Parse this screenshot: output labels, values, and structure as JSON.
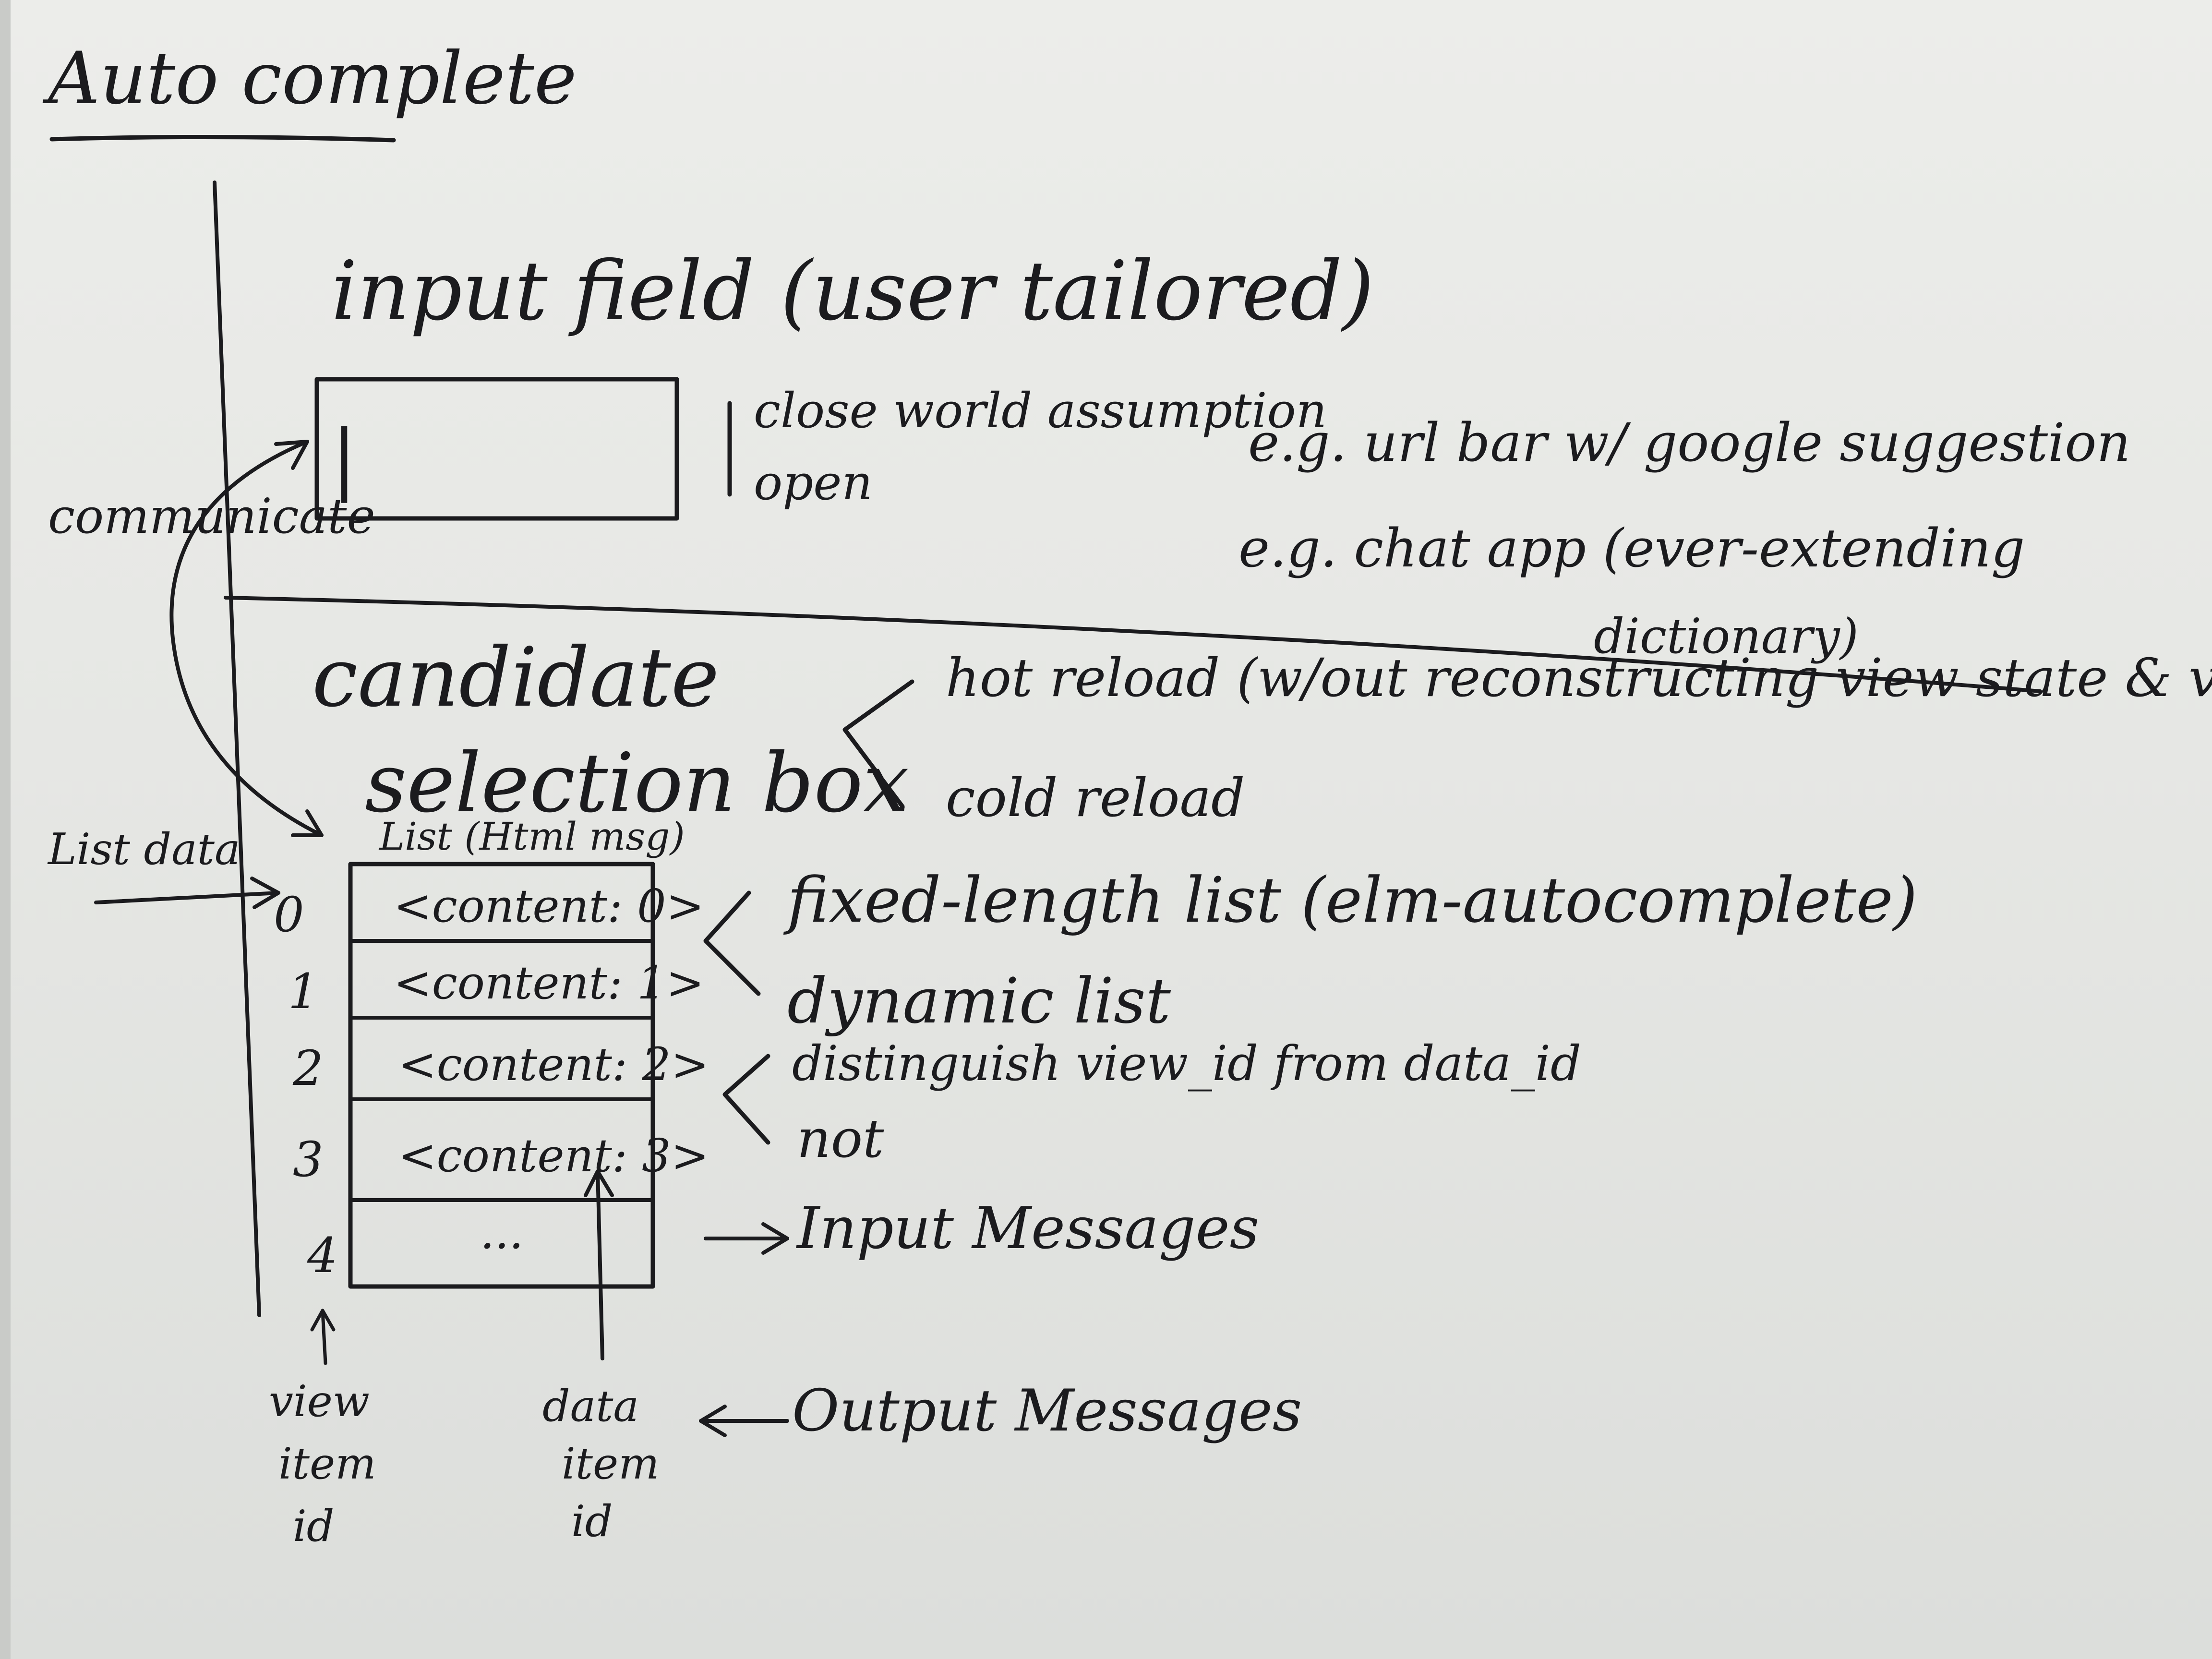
{
  "board": {
    "title": "Auto complete",
    "input_field": {
      "heading": "input field (user tailored)",
      "caret": "|",
      "assumption_closed": "close world assumption",
      "assumption_open": "open",
      "example_closed": "e.g. url bar w/ google suggestion",
      "example_open_line1": "e.g. chat app (ever-extending",
      "example_open_line2": "dictionary)"
    },
    "communicate_label": "communicate",
    "candidate_box": {
      "heading_line1": "candidate",
      "heading_line2": "selection box",
      "hot_reload": "hot reload (w/out reconstructing view state & view)",
      "cold_reload": "cold reload",
      "list_label": "List (Html msg)",
      "list_data_label": "List data",
      "rows": [
        {
          "index": "0",
          "content": "<content: 0>"
        },
        {
          "index": "1",
          "content": "<content: 1>"
        },
        {
          "index": "2",
          "content": "<content: 2>"
        },
        {
          "index": "3",
          "content": "<content: 3>"
        },
        {
          "index": "4",
          "content": "..."
        }
      ],
      "fixed_list": "fixed-length list (elm-autocomplete)",
      "dynamic_list": "dynamic list",
      "distinguish": "distinguish view_id from data_id",
      "not_label": "not",
      "input_messages": "Input Messages",
      "output_messages": "Output Messages"
    },
    "view_item_id": [
      "view",
      "item",
      "id"
    ],
    "data_item_id": [
      "data",
      "item",
      "id"
    ]
  }
}
